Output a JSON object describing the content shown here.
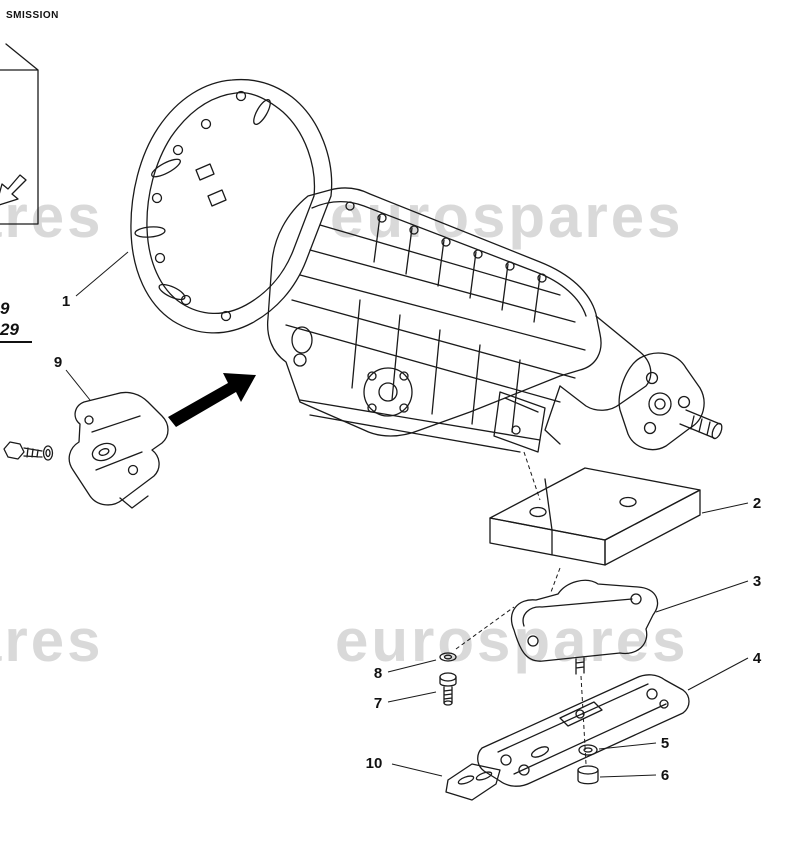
{
  "header": {
    "title_fragment": "SMISSION"
  },
  "sidebar_refs": {
    "line1": "9",
    "line2": "29"
  },
  "watermark": {
    "text": "eurospares",
    "color": "#d9d9d9"
  },
  "callouts": {
    "c1": "1",
    "c2": "2",
    "c3": "3",
    "c4": "4",
    "c5": "5",
    "c6": "6",
    "c7": "7",
    "c8": "8",
    "c9": "9",
    "c10": "10"
  },
  "colors": {
    "line": "#1a1a1a",
    "arrow": "#000000",
    "watermark": "#d9d9d9"
  }
}
